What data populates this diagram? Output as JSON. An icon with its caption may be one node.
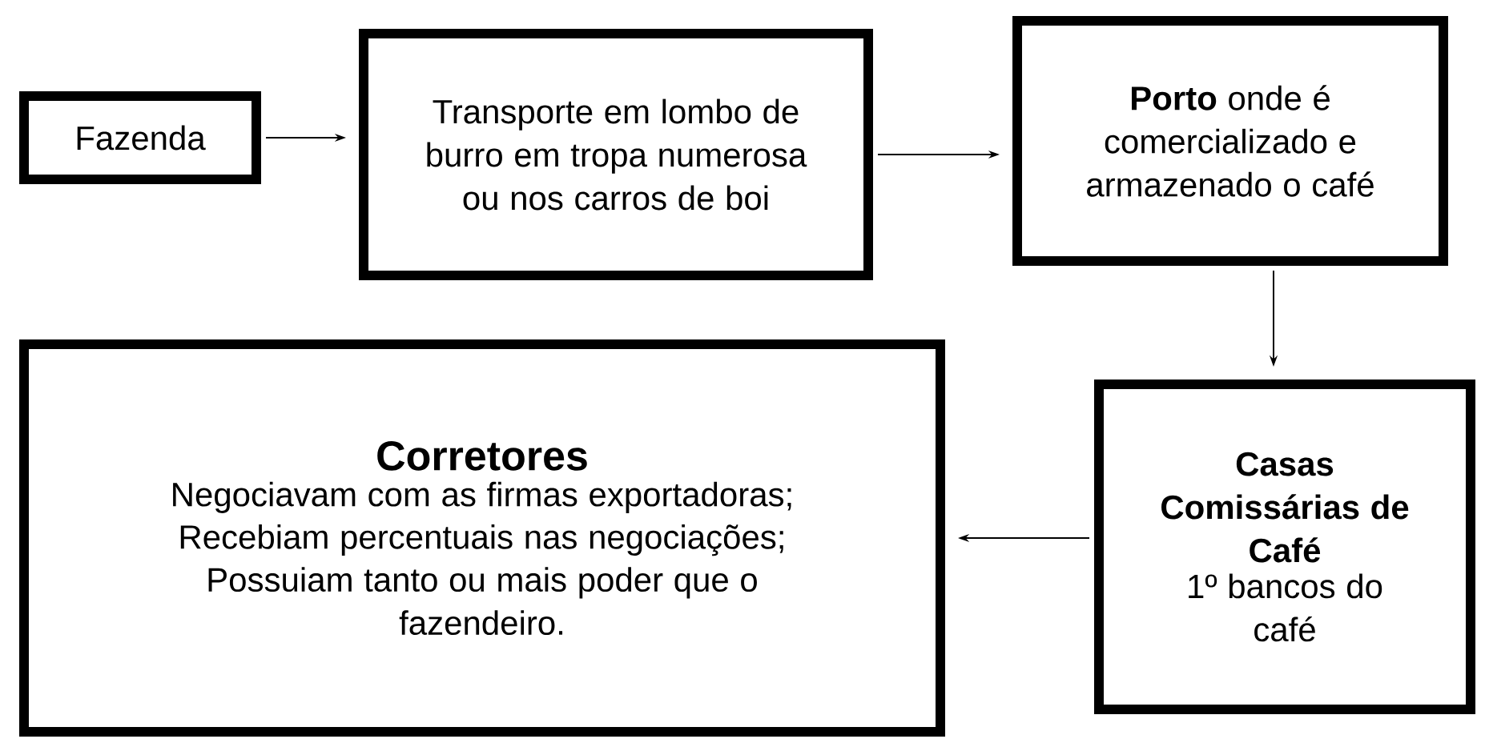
{
  "diagram": {
    "nodes": [
      {
        "text": [
          "Fazenda"
        ]
      },
      {
        "text": [
          "Transporte em lombo de burro  em tropa numerosa ou nos carros de boi"
        ]
      },
      {
        "text": [
          "**Porto** onde é comercializado e armazenado o café"
        ]
      },
      {
        "text": [
          "Casas Comissárias de Café",
          "1º bancos do café"
        ]
      },
      {
        "text": [
          "Corretores",
          "Negociavam com as firmas exportadoras;",
          "Recebiam percentuais nas negociações;",
          "Possuiam tanto ou mais poder que o fazendeiro."
        ]
      }
    ],
    "edges": [
      {
        "from": 0,
        "to": 1,
        "arrow": "to"
      },
      {
        "from": 1,
        "to": 2,
        "arrow": "to"
      },
      {
        "from": 2,
        "to": 3,
        "arrow": "to"
      },
      {
        "from": 3,
        "to": 4,
        "arrow": "to"
      }
    ]
  }
}
